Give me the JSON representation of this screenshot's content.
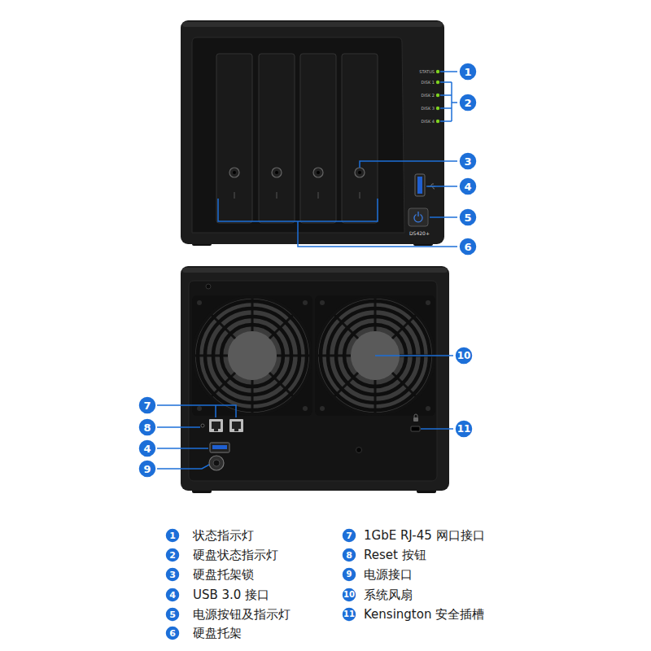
{
  "diagram": {
    "nodes": [
      {
        "text": [
          "1"
        ]
      },
      {
        "text": [
          "2"
        ]
      },
      {
        "text": [
          "3"
        ]
      },
      {
        "text": [
          "4"
        ]
      },
      {
        "text": [
          "5"
        ]
      },
      {
        "text": [
          "6"
        ]
      },
      {
        "text": [
          "10"
        ]
      },
      {
        "text": [
          "7"
        ]
      },
      {
        "text": [
          "8"
        ]
      },
      {
        "text": [
          "11"
        ]
      },
      {
        "text": [
          "4"
        ]
      },
      {
        "text": [
          "9"
        ]
      },
      {
        "text": [
          "1",
          "状态指示灯"
        ]
      },
      {
        "text": [
          "2",
          "硬盘状态指示灯"
        ]
      },
      {
        "text": [
          "3",
          "硬盘托架锁"
        ]
      },
      {
        "text": [
          "4",
          "USB 3.0 接口"
        ]
      },
      {
        "text": [
          "5",
          "电源按钮及指示灯"
        ]
      },
      {
        "text": [
          "6",
          "硬盘托架"
        ]
      },
      {
        "text": [
          "7",
          "1GbE RJ-45 网口接口"
        ]
      },
      {
        "text": [
          "8",
          "Reset 按钮"
        ]
      },
      {
        "text": [
          "9",
          "电源接口"
        ]
      },
      {
        "text": [
          "10",
          "系统风扇"
        ]
      },
      {
        "text": [
          "11",
          "Kensington 安全插槽"
        ]
      }
    ],
    "labels": [
      "STATUS",
      "DISK 1",
      "DISK 2",
      "DISK 3",
      "DISK 4",
      "DS420+"
    ]
  }
}
